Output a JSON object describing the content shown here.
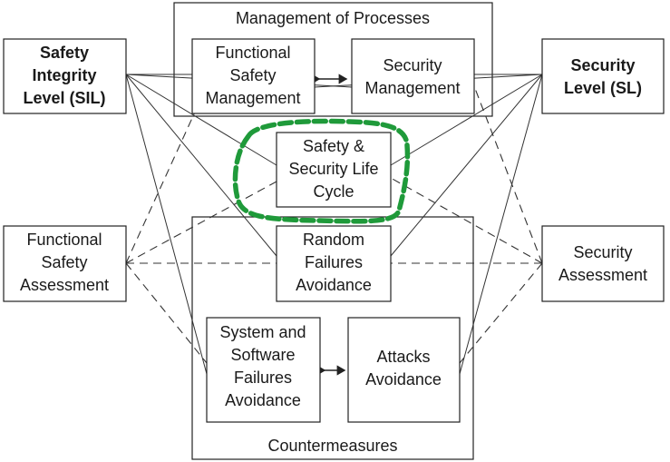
{
  "groups": {
    "management": {
      "title": "Management of Processes"
    },
    "countermeasures": {
      "title": "Countermeasures"
    }
  },
  "nodes": {
    "sil": {
      "lines": [
        "Safety",
        "Integrity",
        "Level (SIL)"
      ]
    },
    "sl": {
      "lines": [
        "Security",
        "Level (SL)"
      ]
    },
    "fsm": {
      "lines": [
        "Functional",
        "Safety",
        "Management"
      ]
    },
    "sm": {
      "lines": [
        "Security",
        "Management"
      ]
    },
    "lifecycle": {
      "lines": [
        "Safety &",
        "Security Life",
        "Cycle"
      ]
    },
    "fsa": {
      "lines": [
        "Functional",
        "Safety",
        "Assessment"
      ]
    },
    "sa": {
      "lines": [
        "Security",
        "Assessment"
      ]
    },
    "rfa": {
      "lines": [
        "Random",
        "Failures",
        "Avoidance"
      ]
    },
    "ssfa": {
      "lines": [
        "System and",
        "Software",
        "Failures",
        "Avoidance"
      ]
    },
    "aa": {
      "lines": [
        "Attacks",
        "Avoidance"
      ]
    }
  },
  "colors": {
    "highlight": "#1f9a3a"
  }
}
